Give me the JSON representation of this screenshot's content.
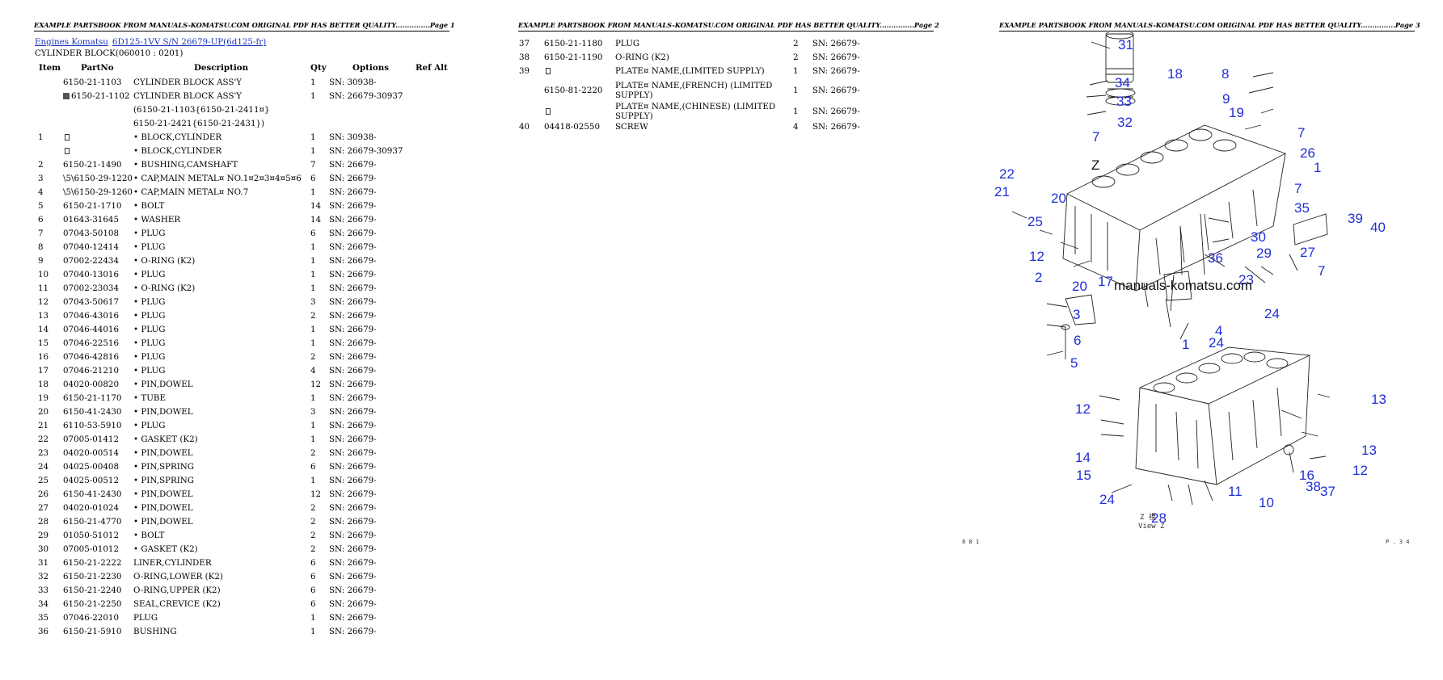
{
  "header_text": "EXAMPLE PARTSBOOK FROM MANUALS-KOMATSU.COM ORIGINAL PDF HAS BETTER QUALITY...............",
  "page_labels": [
    "Page 1",
    "Page 2",
    "Page 3"
  ],
  "breadcrumb": {
    "link1": "Engines Komatsu",
    "link2": "6D125-1VV S/N 26679-UP(6d125-fr)"
  },
  "section_title": "CYLINDER BLOCK(060010 : 0201)",
  "columns": {
    "item": "Item",
    "partno": "PartNo",
    "description": "Description",
    "qty": "Qty",
    "options": "Options",
    "refalt": "Ref Alt"
  },
  "page1_rows": [
    {
      "item": "",
      "partno": "6150-21-1103",
      "desc": "CYLINDER BLOCK ASS'Y",
      "qty": "1",
      "opt": "SN: 30938-"
    },
    {
      "item": "",
      "partno": "6150-21-1102",
      "desc": "CYLINDER BLOCK ASS'Y",
      "qty": "1",
      "opt": "SN: 26679-30937",
      "marker": "filled"
    },
    {
      "item": "",
      "partno": "",
      "desc": "(6150-21-1103{6150-21-2411¤}",
      "qty": "",
      "opt": ""
    },
    {
      "item": "",
      "partno": "",
      "desc": "6150-21-2421{6150-21-2431})",
      "qty": "",
      "opt": ""
    },
    {
      "item": "1",
      "partno": "",
      "desc": "• BLOCK,CYLINDER",
      "qty": "1",
      "opt": "SN: 30938-",
      "marker": "box"
    },
    {
      "item": "",
      "partno": "",
      "desc": "• BLOCK,CYLINDER",
      "qty": "1",
      "opt": "SN: 26679-30937",
      "marker": "box"
    },
    {
      "item": "2",
      "partno": "6150-21-1490",
      "desc": "• BUSHING,CAMSHAFT",
      "qty": "7",
      "opt": "SN: 26679-"
    },
    {
      "item": "3",
      "partno": "\\5\\6150-29-1220",
      "desc": "• CAP,MAIN METAL¤ NO.1¤2¤3¤4¤5¤6",
      "qty": "6",
      "opt": "SN: 26679-"
    },
    {
      "item": "4",
      "partno": "\\5\\6150-29-1260",
      "desc": "• CAP,MAIN METAL¤ NO.7",
      "qty": "1",
      "opt": "SN: 26679-"
    },
    {
      "item": "5",
      "partno": "6150-21-1710",
      "desc": "• BOLT",
      "qty": "14",
      "opt": "SN: 26679-"
    },
    {
      "item": "6",
      "partno": "01643-31645",
      "desc": "• WASHER",
      "qty": "14",
      "opt": "SN: 26679-"
    },
    {
      "item": "7",
      "partno": "07043-50108",
      "desc": "• PLUG",
      "qty": "6",
      "opt": "SN: 26679-"
    },
    {
      "item": "8",
      "partno": "07040-12414",
      "desc": "• PLUG",
      "qty": "1",
      "opt": "SN: 26679-"
    },
    {
      "item": "9",
      "partno": "07002-22434",
      "desc": "• O-RING (K2)",
      "qty": "1",
      "opt": "SN: 26679-"
    },
    {
      "item": "10",
      "partno": "07040-13016",
      "desc": "• PLUG",
      "qty": "1",
      "opt": "SN: 26679-"
    },
    {
      "item": "11",
      "partno": "07002-23034",
      "desc": "• O-RING (K2)",
      "qty": "1",
      "opt": "SN: 26679-"
    },
    {
      "item": "12",
      "partno": "07043-50617",
      "desc": "• PLUG",
      "qty": "3",
      "opt": "SN: 26679-"
    },
    {
      "item": "13",
      "partno": "07046-43016",
      "desc": "• PLUG",
      "qty": "2",
      "opt": "SN: 26679-"
    },
    {
      "item": "14",
      "partno": "07046-44016",
      "desc": "• PLUG",
      "qty": "1",
      "opt": "SN: 26679-"
    },
    {
      "item": "15",
      "partno": "07046-22516",
      "desc": "• PLUG",
      "qty": "1",
      "opt": "SN: 26679-"
    },
    {
      "item": "16",
      "partno": "07046-42816",
      "desc": "• PLUG",
      "qty": "2",
      "opt": "SN: 26679-"
    },
    {
      "item": "17",
      "partno": "07046-21210",
      "desc": "• PLUG",
      "qty": "4",
      "opt": "SN: 26679-"
    },
    {
      "item": "18",
      "partno": "04020-00820",
      "desc": "• PIN,DOWEL",
      "qty": "12",
      "opt": "SN: 26679-"
    },
    {
      "item": "19",
      "partno": "6150-21-1170",
      "desc": "• TUBE",
      "qty": "1",
      "opt": "SN: 26679-"
    },
    {
      "item": "20",
      "partno": "6150-41-2430",
      "desc": "• PIN,DOWEL",
      "qty": "3",
      "opt": "SN: 26679-"
    },
    {
      "item": "21",
      "partno": "6110-53-5910",
      "desc": "• PLUG",
      "qty": "1",
      "opt": "SN: 26679-"
    },
    {
      "item": "22",
      "partno": "07005-01412",
      "desc": "• GASKET (K2)",
      "qty": "1",
      "opt": "SN: 26679-"
    },
    {
      "item": "23",
      "partno": "04020-00514",
      "desc": "• PIN,DOWEL",
      "qty": "2",
      "opt": "SN: 26679-"
    },
    {
      "item": "24",
      "partno": "04025-00408",
      "desc": "• PIN,SPRING",
      "qty": "6",
      "opt": "SN: 26679-"
    },
    {
      "item": "25",
      "partno": "04025-00512",
      "desc": "• PIN,SPRING",
      "qty": "1",
      "opt": "SN: 26679-"
    },
    {
      "item": "26",
      "partno": "6150-41-2430",
      "desc": "• PIN,DOWEL",
      "qty": "12",
      "opt": "SN: 26679-"
    },
    {
      "item": "27",
      "partno": "04020-01024",
      "desc": "• PIN,DOWEL",
      "qty": "2",
      "opt": "SN: 26679-"
    },
    {
      "item": "28",
      "partno": "6150-21-4770",
      "desc": "• PIN,DOWEL",
      "qty": "2",
      "opt": "SN: 26679-"
    },
    {
      "item": "29",
      "partno": "01050-51012",
      "desc": "• BOLT",
      "qty": "2",
      "opt": "SN: 26679-"
    },
    {
      "item": "30",
      "partno": "07005-01012",
      "desc": "• GASKET (K2)",
      "qty": "2",
      "opt": "SN: 26679-"
    },
    {
      "item": "31",
      "partno": "6150-21-2222",
      "desc": "LINER,CYLINDER",
      "qty": "6",
      "opt": "SN: 26679-"
    },
    {
      "item": "32",
      "partno": "6150-21-2230",
      "desc": "O-RING,LOWER (K2)",
      "qty": "6",
      "opt": "SN: 26679-"
    },
    {
      "item": "33",
      "partno": "6150-21-2240",
      "desc": "O-RING,UPPER (K2)",
      "qty": "6",
      "opt": "SN: 26679-"
    },
    {
      "item": "34",
      "partno": "6150-21-2250",
      "desc": "SEAL,CREVICE (K2)",
      "qty": "6",
      "opt": "SN: 26679-"
    },
    {
      "item": "35",
      "partno": "07046-22010",
      "desc": "PLUG",
      "qty": "1",
      "opt": "SN: 26679-"
    },
    {
      "item": "36",
      "partno": "6150-21-5910",
      "desc": "BUSHING",
      "qty": "1",
      "opt": "SN: 26679-"
    }
  ],
  "page2_rows": [
    {
      "item": "37",
      "partno": "6150-21-1180",
      "desc": "PLUG",
      "qty": "2",
      "opt": "SN: 26679-"
    },
    {
      "item": "38",
      "partno": "6150-21-1190",
      "desc": "O-RING (K2)",
      "qty": "2",
      "opt": "SN: 26679-"
    },
    {
      "item": "39",
      "partno": "",
      "desc": "PLATE¤ NAME,(LIMITED SUPPLY)",
      "qty": "1",
      "opt": "SN: 26679-",
      "marker": "box"
    },
    {
      "item": "",
      "partno": "6150-81-2220",
      "desc": "PLATE¤ NAME,(FRENCH) (LIMITED SUPPLY)",
      "qty": "1",
      "opt": "SN: 26679-",
      "two_line": true
    },
    {
      "item": "",
      "partno": "",
      "desc": "PLATE¤ NAME,(CHINESE) (LIMITED SUPPLY)",
      "qty": "1",
      "opt": "SN: 26679-",
      "two_line": true,
      "marker": "box"
    },
    {
      "item": "40",
      "partno": "04418-02550",
      "desc": "SCREW",
      "qty": "4",
      "opt": "SN: 26679-"
    }
  ],
  "diagram": {
    "callouts": [
      "31",
      "18",
      "8",
      "34",
      "9",
      "33",
      "19",
      "32",
      "7",
      "7",
      "26",
      "Z",
      "1",
      "22",
      "21",
      "20",
      "7",
      "35",
      "25",
      "39",
      "40",
      "12",
      "30",
      "29",
      "27",
      "7",
      "36",
      "2",
      "17",
      "20",
      "23",
      "24",
      "3",
      "4",
      "6",
      "1",
      "24",
      "5",
      "13",
      "12",
      "13",
      "14",
      "12",
      "15",
      "16",
      "38",
      "37",
      "24",
      "11",
      "10",
      "28"
    ],
    "watermark": "manuals-komatsu.com",
    "view_note_1": "Z   視",
    "view_note_2": "View Z",
    "corner_left": "8 8 1",
    "corner_right": "P . 3 4"
  }
}
